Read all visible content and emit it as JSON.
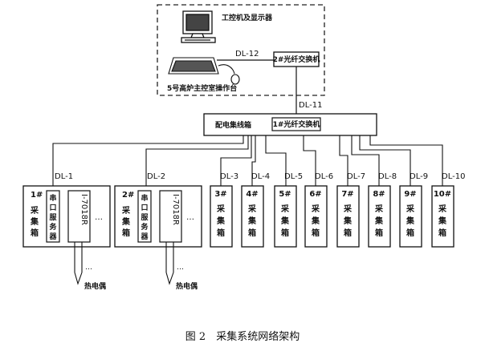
{
  "control_room": {
    "monitor_label": "工控机及显示器",
    "desk_label": "5号高炉主控室操作台",
    "switch2_label": "2#光纤交换机",
    "link_desk": "DL-12",
    "link_trunk": "DL-11"
  },
  "distribution_box": {
    "label": "配电集线箱",
    "switch1_label": "1#光纤交换机"
  },
  "ellipsis": "…",
  "collectors_detailed": [
    {
      "number": "1#",
      "name": "采集箱",
      "link": "DL-1",
      "serial_server": "串口服务器",
      "module": "I-7018R",
      "sensor": "热电偶"
    },
    {
      "number": "2#",
      "name": "采集箱",
      "link": "DL-2",
      "serial_server": "串口服务器",
      "module": "I-7018R",
      "sensor": "热电偶"
    }
  ],
  "collectors_simple": [
    {
      "number": "3#",
      "name": "采集箱",
      "link": "DL-3"
    },
    {
      "number": "4#",
      "name": "采集箱",
      "link": "DL-4"
    },
    {
      "number": "5#",
      "name": "采集箱",
      "link": "DL-5"
    },
    {
      "number": "6#",
      "name": "采集箱",
      "link": "DL-6"
    },
    {
      "number": "7#",
      "name": "采集箱",
      "link": "DL-7"
    },
    {
      "number": "8#",
      "name": "采集箱",
      "link": "DL-8"
    },
    {
      "number": "9#",
      "name": "采集箱",
      "link": "DL-9"
    },
    {
      "number": "10#",
      "name": "采集箱",
      "link": "DL-10"
    }
  ],
  "caption": "图 2　采集系统网络架构"
}
